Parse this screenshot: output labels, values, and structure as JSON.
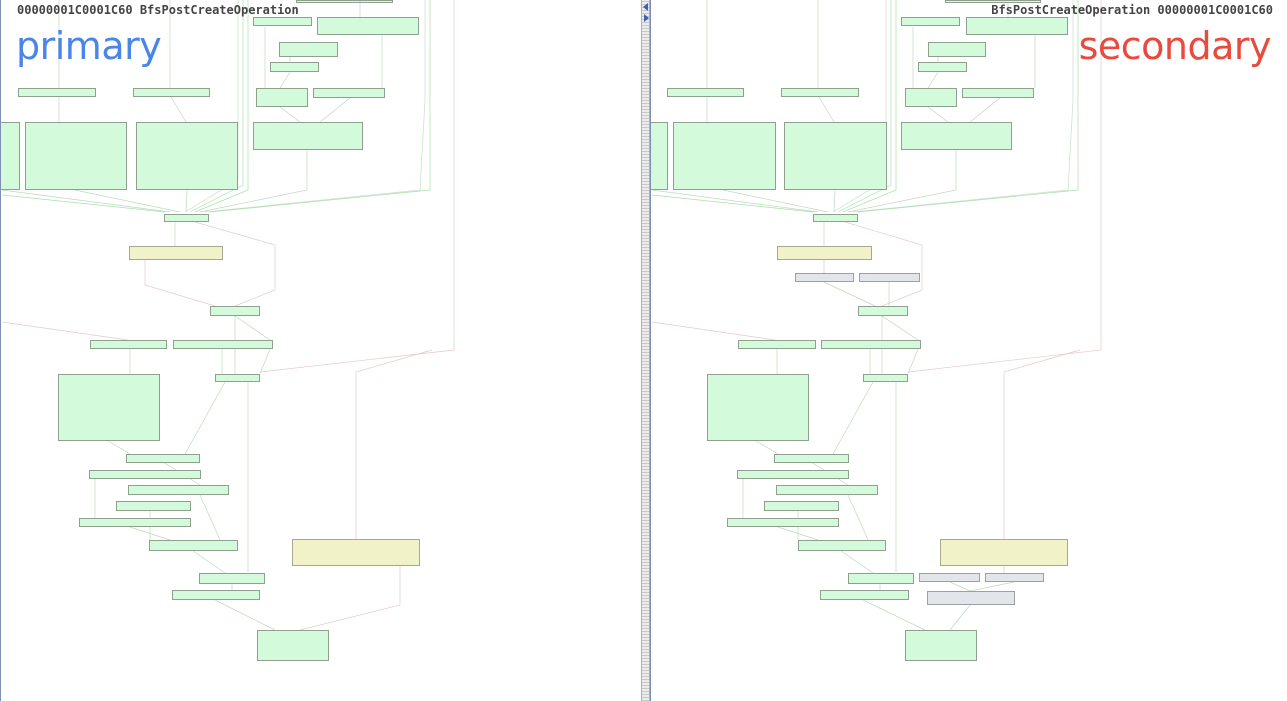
{
  "primary": {
    "function_label": "00000001C0001C60 BfsPostCreateOperation",
    "side_label": "primary"
  },
  "secondary": {
    "function_label": "BfsPostCreateOperation 00000001C0001C60",
    "side_label": "secondary"
  },
  "colors": {
    "matched_block": "#d4fadc",
    "changed_block": "#f1f2c8",
    "unmatched_block": "#e2e6ea",
    "primary_accent": "#4a86e8",
    "secondary_accent": "#e84a3f"
  }
}
